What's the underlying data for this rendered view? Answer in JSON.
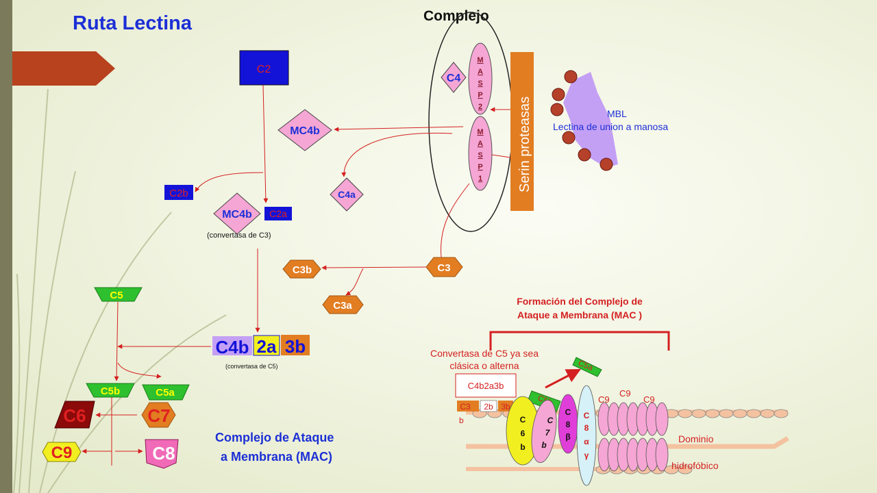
{
  "title": "Ruta Lectina",
  "complejo_label": "Complejo",
  "serin_label": "Serin proteasas",
  "mbl": {
    "abbrev": "MBL",
    "desc": "Lectina de union a manosa"
  },
  "masp2": [
    "M",
    "A",
    "S",
    "P",
    "2"
  ],
  "masp1": [
    "M",
    "A",
    "S",
    "P",
    "1"
  ],
  "nodes": {
    "c4": "C4",
    "c2": "C2",
    "mc4b_top": "MC4b",
    "c4a": "C4a",
    "c2b": "C2b",
    "mc4b_mid": "MC4b",
    "c2a": "C2a",
    "c3": "C3",
    "c3b": "C3b",
    "c3a": "C3a",
    "c5": "C5",
    "c5b": "C5b",
    "c5a": "C5a",
    "c6": "C6",
    "c7": "C7",
    "c8": "C8",
    "c9": "C9"
  },
  "c3_convertase_caption": "(convertasa de C3)",
  "c5_convertase": {
    "a": "C4b",
    "b": "2a",
    "c": "3b",
    "caption": "(convertasa de C5)"
  },
  "mac_caption": [
    "Complejo de Ataque",
    "a Membrana (MAC)"
  ],
  "mac_panel": {
    "title": [
      "Formación del Complejo de",
      "Ataque a Membrana (MAC )"
    ],
    "convertase_note": [
      "Convertasa de C5 ya sea",
      "clásica o alterna"
    ],
    "box_label": "C4b2a3b",
    "small_boxes": [
      "C3",
      "2b",
      "3b"
    ],
    "small_b": "b",
    "c5b_label": "C5b",
    "c5a_label": "C5a",
    "c6b": [
      "C",
      "6",
      "b"
    ],
    "c7b": [
      "C",
      "7",
      "b"
    ],
    "c8b": [
      "C",
      "8",
      "β"
    ],
    "c8ag": [
      "C",
      "8",
      "α",
      "γ"
    ],
    "c9_labels": [
      "C9",
      "C9",
      "C9"
    ],
    "dominio": "Dominio",
    "hidrofobico": "hidrofóbico"
  },
  "colors": {
    "title_blue": "#1c2fd6",
    "arrow_red": "#d42020",
    "pink": "#f5a6d4",
    "orange": "#e27d22",
    "green": "#2ec02e",
    "dark_red": "#8b0a0a",
    "yellow": "#f2ef20",
    "blue_box": "#1313d8",
    "lavender": "#c4a0f5",
    "bead": "#b5412a"
  }
}
